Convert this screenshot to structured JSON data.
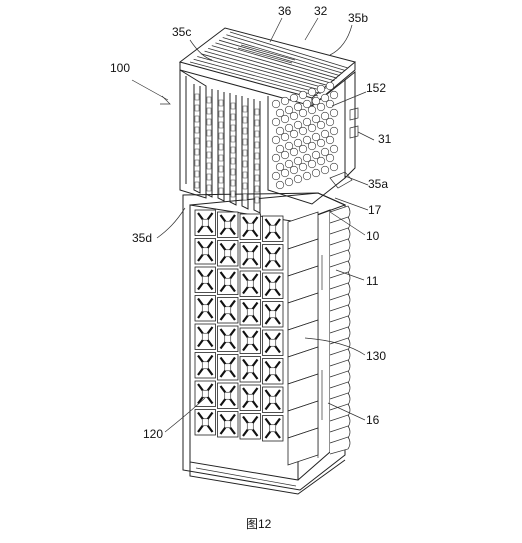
{
  "figure": {
    "caption": "图12",
    "labels": {
      "r100": "100",
      "r36": "36",
      "r32": "32",
      "r35b": "35b",
      "r35c": "35c",
      "r152": "152",
      "r31": "31",
      "r35a": "35a",
      "r17": "17",
      "r35d": "35d",
      "r10": "10",
      "r11": "11",
      "r130": "130",
      "r120": "120",
      "r16": "16"
    }
  }
}
